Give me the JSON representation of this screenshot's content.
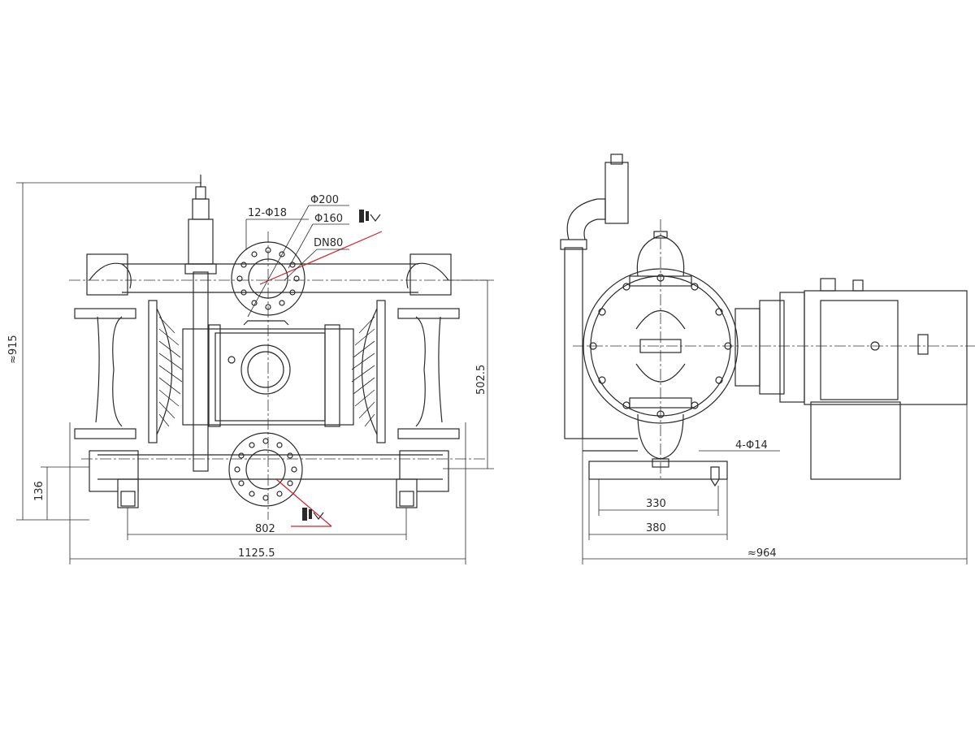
{
  "front_view": {
    "dim_overall_height": "≈915",
    "dim_base_height": "136",
    "dim_center_height": "502.5",
    "dim_bolt_span": "802",
    "dim_overall_width": "1125.5",
    "callout_bolts": "12-Φ18",
    "callout_flange_od": "Φ200",
    "callout_bolt_circle": "Φ160",
    "callout_port": "DN80"
  },
  "side_view": {
    "callout_anchor_holes": "4-Φ14",
    "dim_anchor_span": "330",
    "dim_base_width": "380",
    "dim_overall_length": "≈964"
  },
  "colors": {
    "lines": "#2a2a2a",
    "leader_highlight": "#d0202a"
  },
  "icons": [
    "outlet-flow-icon",
    "inlet-flow-icon"
  ]
}
